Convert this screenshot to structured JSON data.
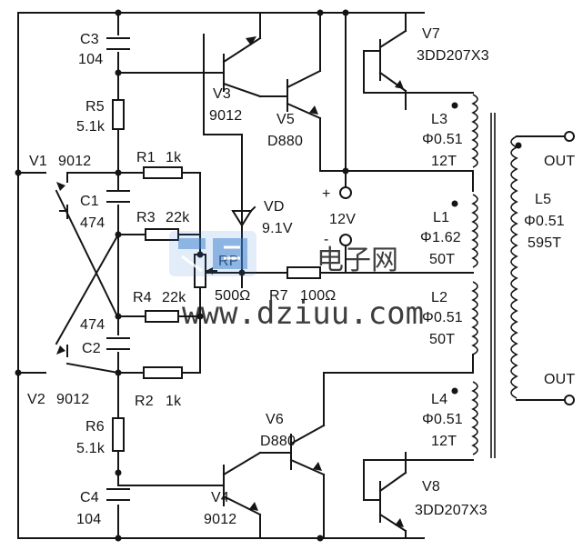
{
  "labels": {
    "c3_name": "C3",
    "c3_val": "104",
    "r5_name": "R5",
    "r5_val": "5.1k",
    "v1_name": "V1",
    "v1_val": "9012",
    "r1_name": "R1",
    "r1_val": "1k",
    "c1_name": "C1",
    "c1_val": "474",
    "r3_name": "R3",
    "r3_val": "22k",
    "r4_name": "R4",
    "r4_val": "22k",
    "c2_val": "474",
    "c2_name": "C2",
    "r2_name": "R2",
    "r2_val": "1k",
    "v2_name": "V2",
    "v2_val": "9012",
    "r6_name": "R6",
    "r6_val": "5.1k",
    "c4_name": "C4",
    "c4_val": "104",
    "v3_name": "V3",
    "v3_val": "9012",
    "v5_name": "V5",
    "v5_val": "D880",
    "vd_name": "VD",
    "vd_val": "9.1V",
    "rp_name": "RP",
    "rp_val": "500Ω",
    "r7_name": "R7",
    "r7_val": "100Ω",
    "plus": "+",
    "supply": "12V",
    "minus": "-",
    "v7_name": "V7",
    "v7_val": "3DD207X3",
    "l3_name": "L3",
    "l3_wire": "Φ0.51",
    "l3_turns": "12T",
    "l1_name": "L1",
    "l1_wire": "Φ1.62",
    "l1_turns": "50T",
    "l2_name": "L2",
    "l2_wire": "Φ0.51",
    "l2_turns": "50T",
    "l4_name": "L4",
    "l4_wire": "Φ0.51",
    "l4_turns": "12T",
    "l5_name": "L5",
    "l5_wire": "Φ0.51",
    "l5_turns": "595T",
    "out_top": "OUT",
    "out_bottom": "OUT",
    "v6_name": "V6",
    "v6_val": "D880",
    "v4_name": "V4",
    "v4_val": "9012",
    "v8_name": "V8",
    "v8_val": "3DD207X3"
  },
  "watermark": {
    "logo_text": "电子网",
    "url": "www.dziuu.com",
    "logo_color": "#3b7fd0",
    "text_color": "#e0407a",
    "url_color": "#46b07a"
  }
}
